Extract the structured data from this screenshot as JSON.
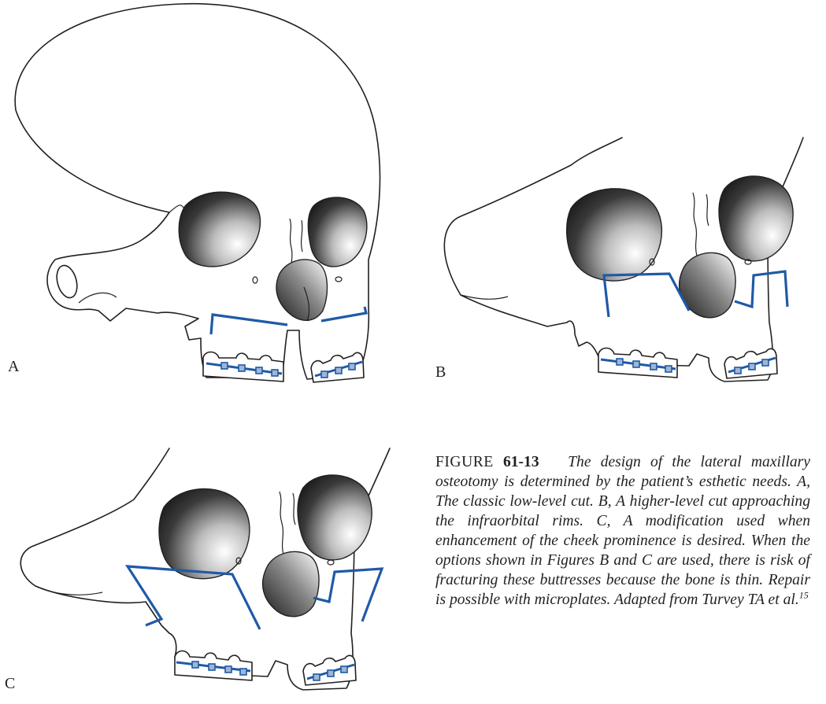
{
  "panels": [
    {
      "letter": "A"
    },
    {
      "letter": "B"
    },
    {
      "letter": "C"
    }
  ],
  "caption": {
    "label": "FIGURE",
    "number": "61-13",
    "text": "The design of the lateral maxillary osteotomy is determined by the patient’s esthetic needs. A, The classic low-level cut. B, A higher-level cut approaching the infraorbital rims. C, A modification used when enhancement of the cheek prominence is desired. When the options shown in Figures B and C are used, there is risk of fracturing these buttresses because the bone is thin. Repair is possible with microplates. Adapted from Turvey TA et al.",
    "reference": "15"
  },
  "colors": {
    "osteotomy_line": "#1f5aa6",
    "outline": "#231f20",
    "orbit_shadow": "#2a2a2a"
  }
}
